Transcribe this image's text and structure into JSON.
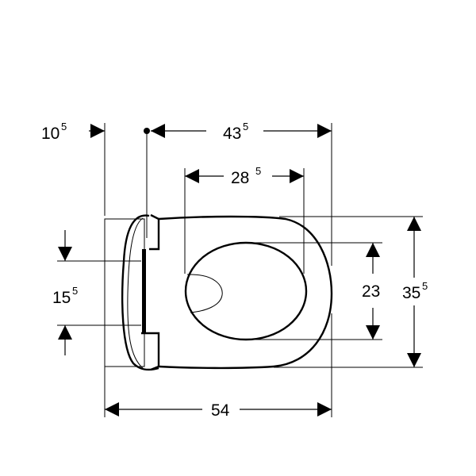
{
  "dimensions": {
    "offset_left": {
      "base": "10",
      "sup": "5"
    },
    "seat_length": {
      "base": "43",
      "sup": "5"
    },
    "opening_length": {
      "base": "28",
      "sup": "5"
    },
    "fixing_spacing": {
      "base": "15",
      "sup": "5"
    },
    "opening_width": {
      "base": "23"
    },
    "total_width": {
      "base": "35",
      "sup": "5"
    },
    "total_depth": {
      "base": "54"
    }
  }
}
